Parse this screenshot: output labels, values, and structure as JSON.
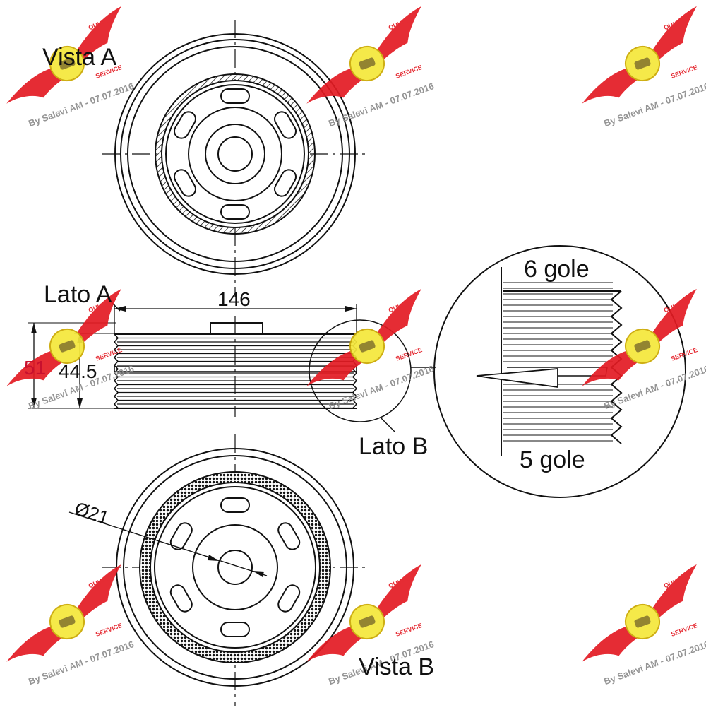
{
  "labels": {
    "view_a": "Vista A",
    "side_a": "Lato A",
    "side_b": "Lato B",
    "view_b": "Vista B",
    "grooves_top": "6 gole",
    "grooves_bottom": "5 gole"
  },
  "dimensions": {
    "width": "146",
    "outer_height": "51",
    "inner_height": "44.5",
    "bore": "Ø21"
  },
  "watermark": {
    "text": "By Salevi AM - 07.07.2016",
    "brand_lines": [
      "QUICK",
      "SERVICE"
    ],
    "wing_color": "#e31b23",
    "badge_color": "#f5e83a"
  },
  "colors": {
    "line": "#111111",
    "background": "#ffffff"
  }
}
